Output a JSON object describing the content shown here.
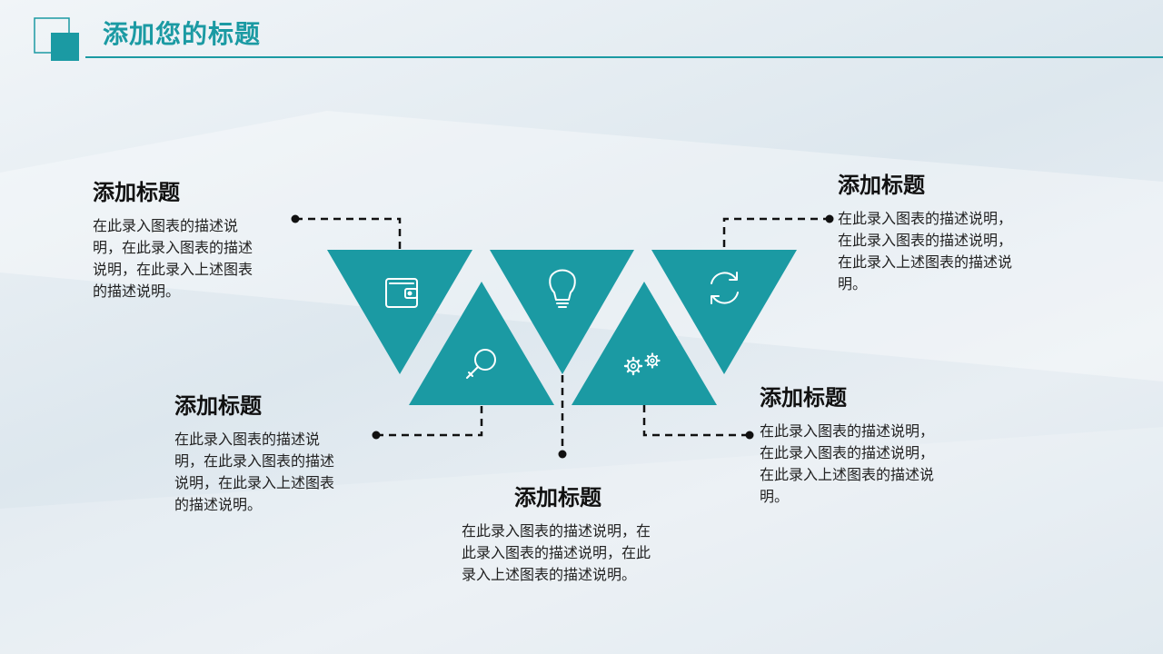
{
  "header": {
    "title": "添加您的标题",
    "accent_color": "#1b9aa3"
  },
  "triangle_color": "#1b9aa3",
  "blocks": [
    {
      "id": "top-left",
      "title": "添加标题",
      "text": "在此录入图表的描述说\n明，在此录入图表的描述\n说明，在此录入上述图表\n的描述说明。"
    },
    {
      "id": "middle-left",
      "title": "添加标题",
      "text": "在此录入图表的描述说\n明，在此录入图表的描述\n说明，在此录入上述图表\n的描述说明。"
    },
    {
      "id": "bottom-center",
      "title": "添加标题",
      "text": "在此录入图表的描述说明，在\n此录入图表的描述说明，在此\n录入上述图表的描述说明。"
    },
    {
      "id": "bottom-right",
      "title": "添加标题",
      "text": "在此录入图表的描述说明，\n在此录入图表的描述说明，\n在此录入上述图表的描述说\n明。"
    },
    {
      "id": "top-right",
      "title": "添加标题",
      "text": "在此录入图表的描述说明，\n在此录入图表的描述说明，\n在此录入上述图表的描述说\n明。"
    }
  ],
  "icons": [
    "wallet-icon",
    "lightbulb-icon",
    "refresh-icon",
    "magnifier-icon",
    "gears-icon"
  ]
}
